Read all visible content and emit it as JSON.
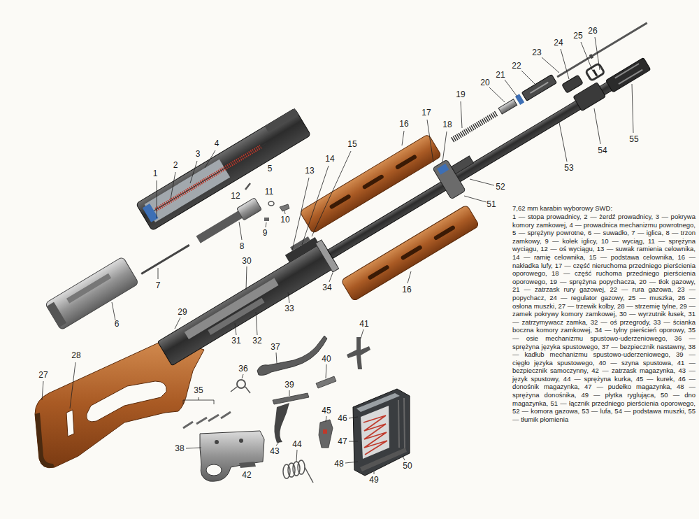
{
  "diagram": {
    "title": "7,62 mm karabin wyborowy SWD:",
    "caption": "1 — stopa prowadnicy, 2 — żerdź prowadnicy, 3 — pokrywa komory zamkowej, 4 — prowadnica mechanizmu powrotnego, 5 — sprężyny powrotne, 6 — suwadło, 7 — iglica, 8 — trzon zamkowy, 9 — kołek iglicy, 10 — wyciąg, 11 — sprężyna wyciągu, 12 — oś wyciągu, 13 — suwak ramienia celownika, 14 — ramię celownika, 15 — podstawa celownika, 16 — nakładka lufy, 17 — część nieruchoma przedniego pierścienia oporowego, 18 — część ruchoma przedniego pierścienia oporowego, 19 — sprężyna popychacza, 20 — tłok gazowy, 21 — zatrzask rury gazowej, 22 — rura gazowa, 23 — popychacz, 24 — regulator gazowy, 25 — muszka, 26 — osłona muszki, 27 — trzewik kolby, 28 — strzemię tylne, 29 — zamek pokrywy komory zamkowej, 30 — wyrzutnik łusek, 31 — zatrzymywacz zamka, 32 — oś przegrody, 33 — ścianka boczna komory zamkowej, 34 — tylny pierścień oporowy, 35 — osie mechanizmu spustowo-uderzeniowego, 36 — sprężyna języka spustowego, 37 — bezpiecznik nastawny, 38 — kadłub mechanizmu spustowo-uderzeniowego, 39 — cięgło języka spustowego, 40 — szyna spustowa, 41 — bezpiecznik samoczynny, 42 — zatrzask magazynka, 43 — język spustowy, 44 — sprężyna kurka, 45 — kurek, 46 — donośnik magazynka, 47 — pudełko magazynka, 48 — sprężyna donośnika, 49 — płytka ryglująca, 50 — dno magazynka, 51 — łącznik przedniego pierścienia oporowego, 52 — komora gazowa, 53 — lufa, 54 — podstawa muszki, 55 — tłumik płomienia",
    "labels": [
      "1",
      "2",
      "3",
      "4",
      "5",
      "6",
      "7",
      "8",
      "9",
      "10",
      "11",
      "12",
      "13",
      "14",
      "15",
      "16",
      "16",
      "17",
      "18",
      "19",
      "20",
      "21",
      "22",
      "23",
      "24",
      "25",
      "26",
      "27",
      "28",
      "29",
      "30",
      "31",
      "32",
      "33",
      "34",
      "35",
      "36",
      "37",
      "38",
      "39",
      "40",
      "41",
      "42",
      "43",
      "44",
      "45",
      "46",
      "47",
      "48",
      "49",
      "50",
      "51",
      "52",
      "53",
      "54",
      "55"
    ]
  }
}
